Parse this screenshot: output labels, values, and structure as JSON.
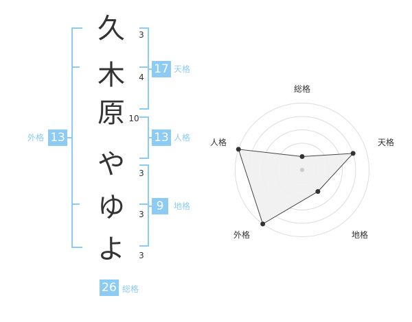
{
  "name": {
    "chars": [
      "久",
      "木",
      "原",
      "や",
      "ゆ",
      "よ"
    ],
    "strokes": [
      "3",
      "4",
      "10",
      "3",
      "3",
      "3"
    ]
  },
  "kakusu": {
    "tenkaku": {
      "value": "17",
      "label": "天格"
    },
    "jinkaku": {
      "value": "13",
      "label": "人格"
    },
    "chikaku": {
      "value": "9",
      "label": "地格"
    },
    "gaikaku": {
      "value": "13",
      "label": "外格"
    },
    "soukaku": {
      "value": "26",
      "label": "総格"
    }
  },
  "radar": {
    "axes": [
      "総格",
      "天格",
      "地格",
      "外格",
      "人格"
    ],
    "levels": [
      1,
      4,
      2,
      5,
      5
    ],
    "max": 5,
    "colors": {
      "ring": "#dddddd",
      "fill": "#f0f0f0",
      "stroke": "#444444",
      "point": "#333333",
      "center": "#cccccc"
    }
  }
}
